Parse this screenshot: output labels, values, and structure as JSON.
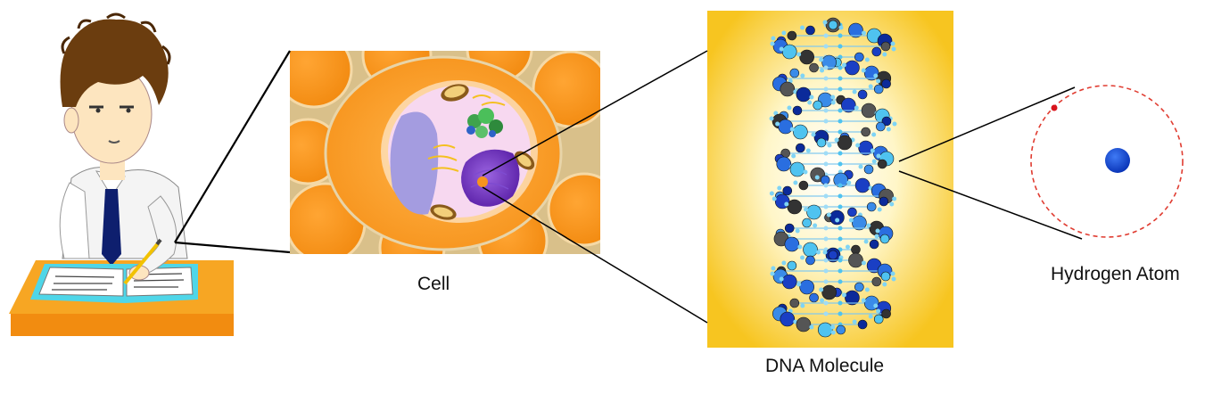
{
  "labels": {
    "cell": "Cell",
    "dna": "DNA Molecule",
    "atom": "Hydrogen Atom"
  },
  "colors": {
    "cell_orange": "#f7941d",
    "cell_background": "#d9c08a",
    "dna_background": "#f7c520",
    "atom_orbit": "#e03c31",
    "atom_nucleus": "#1a4fd8",
    "atom_electron": "#d8141c",
    "desk": "#f7a623",
    "tie": "#0e1f6e",
    "hair": "#6b3d0f"
  },
  "icons": {
    "student": "student-writing-illustration",
    "cell": "cell-illustration",
    "dna": "dna-molecule-illustration",
    "atom": "hydrogen-atom-illustration"
  }
}
